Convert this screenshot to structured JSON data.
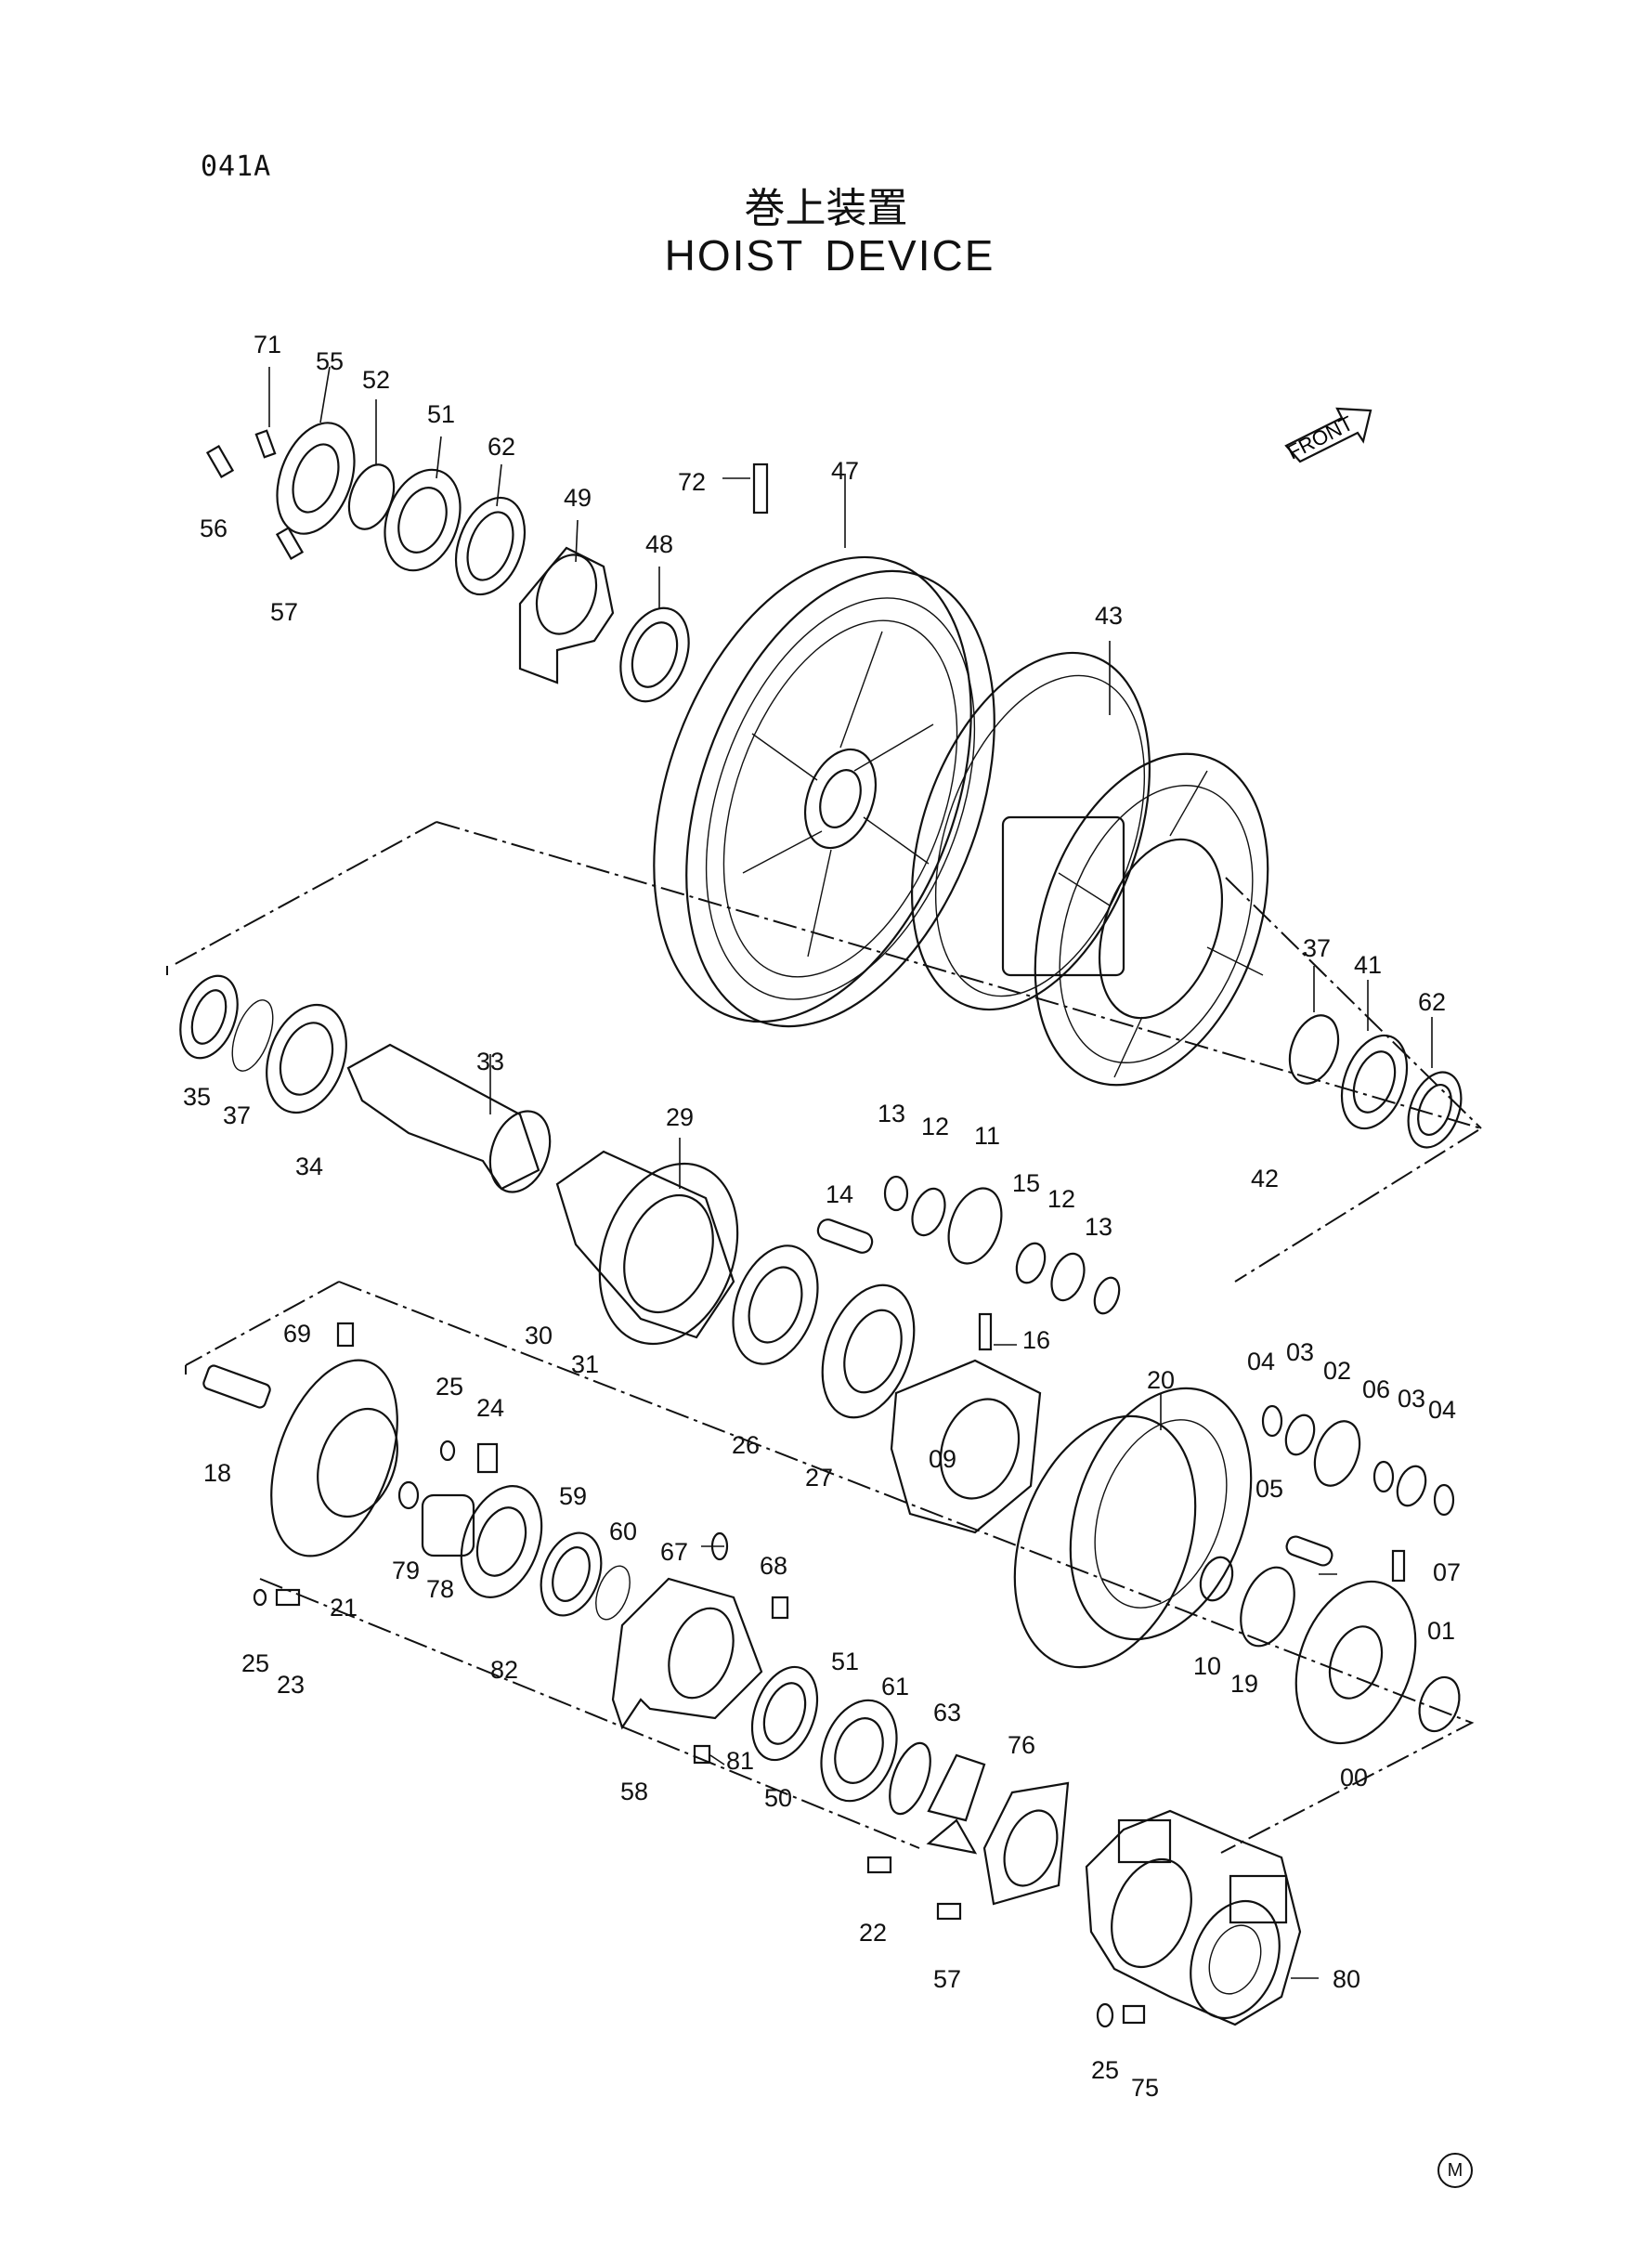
{
  "page_code": "041A",
  "title_jp": "巻上装置",
  "title_en_words": [
    "HOIST",
    "DEVICE"
  ],
  "front_label": "FRONT",
  "corner_mark": "M",
  "part_numbers": [
    "71",
    "55",
    "52",
    "51",
    "62",
    "49",
    "72",
    "47",
    "48",
    "56",
    "57",
    "43",
    "35",
    "37",
    "34",
    "33",
    "29",
    "37",
    "41",
    "62",
    "42",
    "13",
    "12",
    "11",
    "15",
    "12",
    "13",
    "14",
    "16",
    "30",
    "31",
    "26",
    "27",
    "69",
    "25",
    "24",
    "18",
    "21",
    "79",
    "78",
    "59",
    "60",
    "67",
    "68",
    "25",
    "23",
    "82",
    "58",
    "81",
    "50",
    "51",
    "61",
    "63",
    "76",
    "22",
    "57",
    "80",
    "25",
    "75",
    "09",
    "20",
    "04",
    "03",
    "02",
    "06",
    "03",
    "04",
    "05",
    "07",
    "10",
    "19",
    "01",
    "00"
  ]
}
